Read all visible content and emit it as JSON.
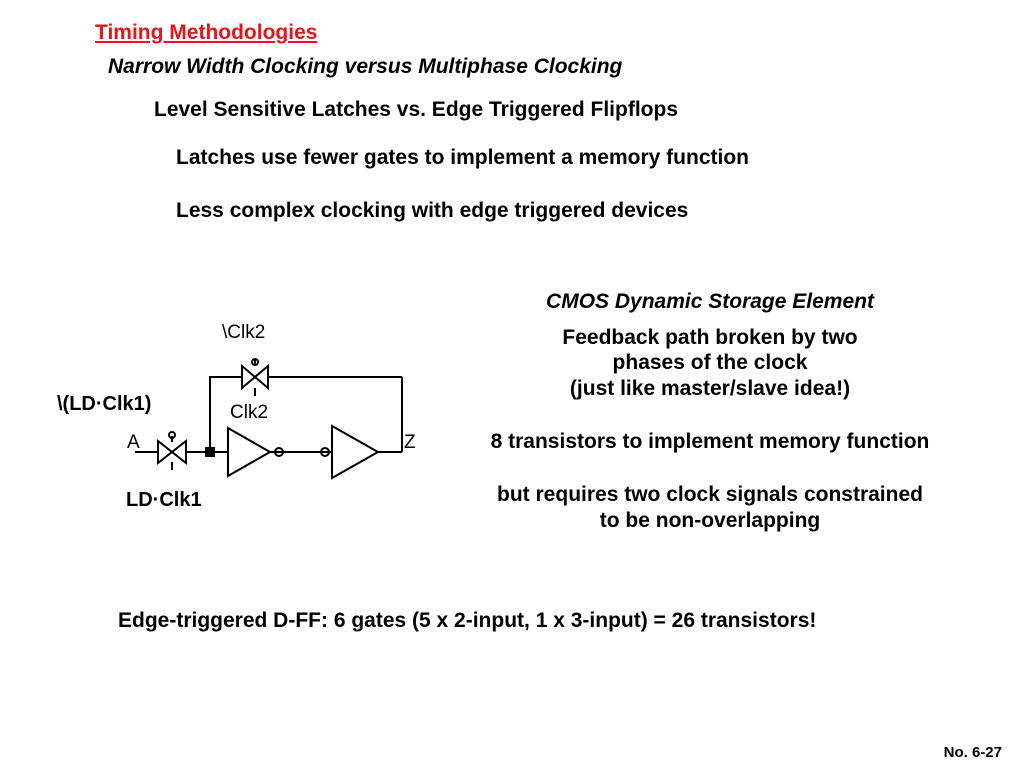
{
  "slide": {
    "title": "Timing Methodologies",
    "subtitle": "Narrow Width Clocking versus Multiphase Clocking",
    "heading": "Level Sensitive Latches vs. Edge Triggered Flipflops",
    "bullets": [
      "Latches use fewer gates to implement a memory function",
      "Less complex clocking with edge triggered devices"
    ],
    "right_panel": {
      "caption": "CMOS Dynamic Storage Element",
      "feedback_lines": [
        "Feedback path broken by two",
        "phases of the clock",
        "(just like master/slave idea!)"
      ],
      "transistors_note": "8 transistors to implement memory function",
      "requirement_lines": [
        "but requires two clock signals constrained",
        "to be non-overlapping"
      ]
    },
    "edge_ff_note": "Edge-triggered D-FF:  6 gates (5 x 2-input, 1 x 3-input) = 26 transistors!",
    "page_number": "No. 6-27"
  },
  "diagram": {
    "clk2_bar_label": "\\Clk2",
    "clk2_label": "Clk2",
    "ld_clk1_bar_label": "\\(LD·Clk1)",
    "ld_clk1_label": "LD·Clk1",
    "input_label": "A",
    "output_label": "Z"
  },
  "colors": {
    "title": "#e8141b",
    "text": "#000000",
    "background": "#ffffff"
  }
}
